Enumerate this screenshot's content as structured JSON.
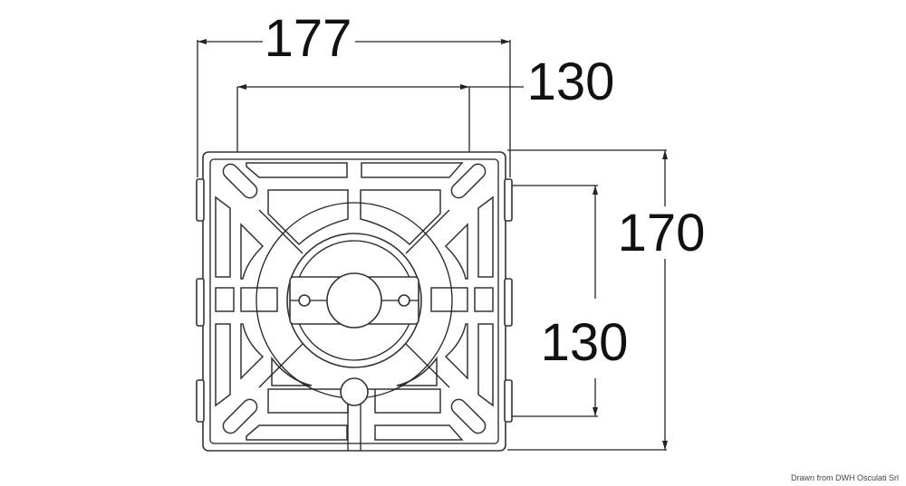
{
  "dimensions": {
    "overall_width": "177",
    "hole_spacing_horizontal": "130",
    "overall_height": "170",
    "hole_spacing_vertical": "130"
  },
  "credit": "Drawn from DWH Osculati Srl",
  "colors": {
    "line": "#333333",
    "background": "#ffffff",
    "text": "#111111"
  }
}
